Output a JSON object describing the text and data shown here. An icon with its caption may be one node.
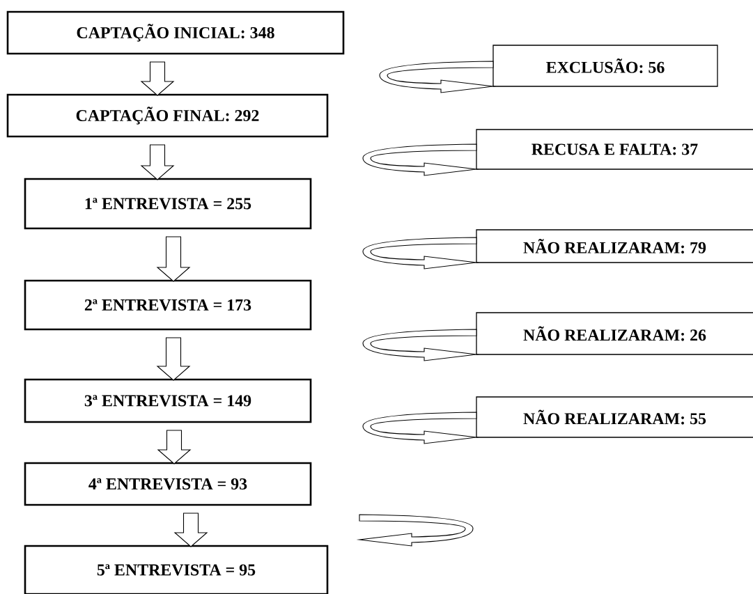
{
  "diagram": {
    "nodes": [
      {
        "text": [
          "CAPTAÇÃO INICIAL: 348"
        ]
      },
      {
        "text": [
          "CAPTAÇÃO FINAL: 292"
        ]
      },
      {
        "text": [
          "1ª ENTREVISTA = 255"
        ]
      },
      {
        "text": [
          "2ª ENTREVISTA = 173"
        ]
      },
      {
        "text": [
          "3ª ENTREVISTA = 149"
        ]
      },
      {
        "text": [
          "4ª ENTREVISTA = 93"
        ]
      },
      {
        "text": [
          "5ª ENTREVISTA = 95"
        ]
      },
      {
        "text": [
          "EXCLUSÃO: 56"
        ]
      },
      {
        "text": [
          "RECUSA E FALTA: 37"
        ]
      },
      {
        "text": [
          "NÃO REALIZARAM: 79"
        ]
      },
      {
        "text": [
          "NÃO REALIZARAM: 26"
        ]
      },
      {
        "text": [
          "NÃO REALIZARAM: 55"
        ]
      }
    ],
    "edges": [
      {
        "from": 0,
        "to": 1,
        "arrow": "to"
      },
      {
        "from": 1,
        "to": 2,
        "arrow": "to"
      },
      {
        "from": 2,
        "to": 3,
        "arrow": "to"
      },
      {
        "from": 3,
        "to": 4,
        "arrow": "to"
      },
      {
        "from": 4,
        "to": 5,
        "arrow": "to"
      },
      {
        "from": 5,
        "to": 6,
        "arrow": "to"
      },
      {
        "from": null,
        "to": 7,
        "arrow": "to"
      },
      {
        "from": null,
        "to": 8,
        "arrow": "to"
      },
      {
        "from": null,
        "to": 9,
        "arrow": "to"
      },
      {
        "from": null,
        "to": 10,
        "arrow": "to"
      },
      {
        "from": null,
        "to": 11,
        "arrow": "to"
      }
    ]
  }
}
